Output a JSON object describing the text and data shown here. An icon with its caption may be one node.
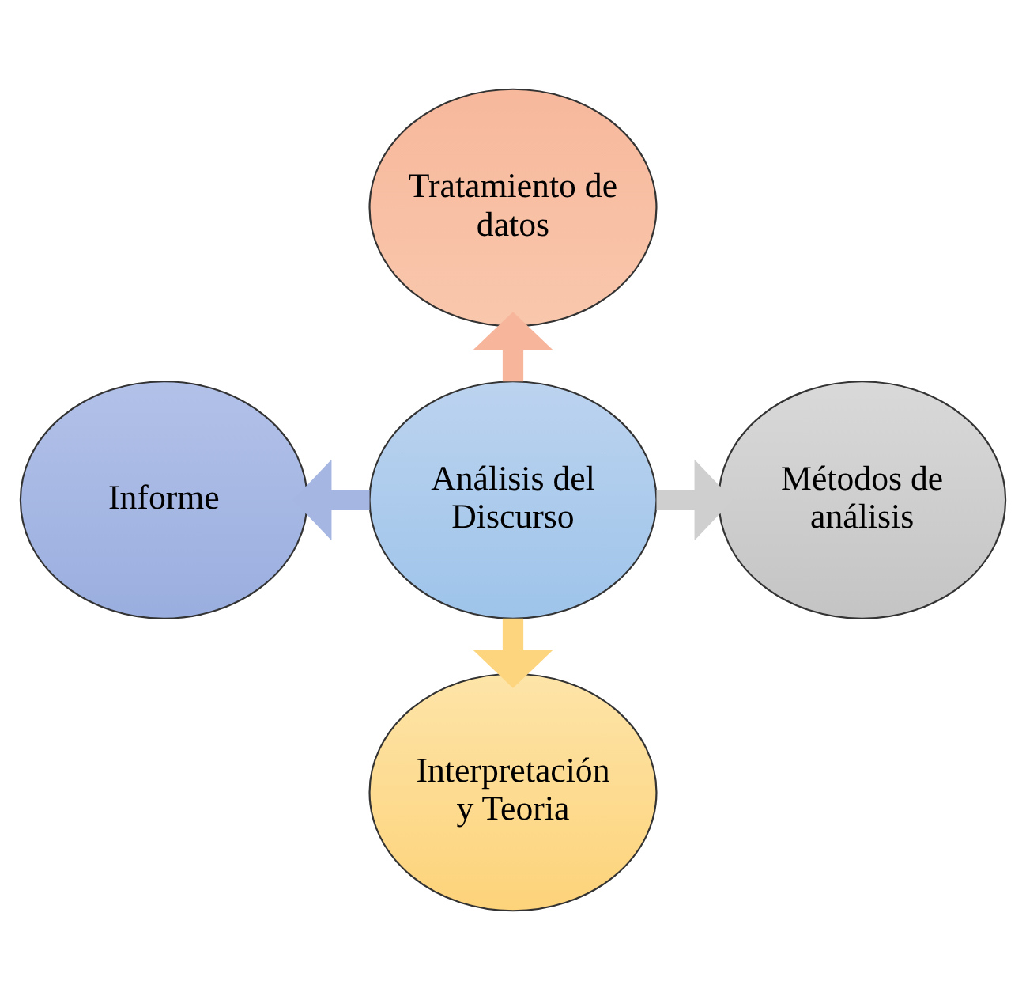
{
  "diagram": {
    "nodes": [
      {
        "text": [
          "Tratamiento de datos"
        ]
      },
      {
        "text": [
          "Informe"
        ]
      },
      {
        "text": [
          "Análisis del Discurso"
        ]
      },
      {
        "text": [
          "Métodos de análisis"
        ]
      },
      {
        "text": [
          "Interpretación y Teoria"
        ]
      }
    ],
    "edges": [
      {
        "from": 2,
        "to": 0,
        "arrow": "to",
        "color": "#f7b59b"
      },
      {
        "from": 2,
        "to": 1,
        "arrow": "to",
        "color": "#a5b6e2"
      },
      {
        "from": 2,
        "to": 3,
        "arrow": "to",
        "color": "#cfcfcf"
      },
      {
        "from": 2,
        "to": 4,
        "arrow": "to",
        "color": "#fdd57e"
      }
    ]
  }
}
